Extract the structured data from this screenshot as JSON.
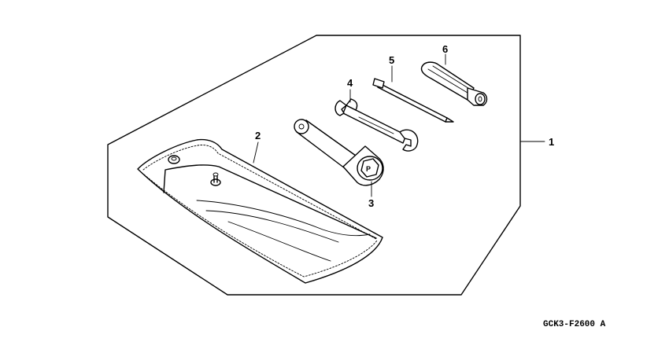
{
  "diagram": {
    "callouts": [
      {
        "id": "1",
        "label": "1"
      },
      {
        "id": "2",
        "label": "2"
      },
      {
        "id": "3",
        "label": "3"
      },
      {
        "id": "4",
        "label": "4"
      },
      {
        "id": "5",
        "label": "5"
      },
      {
        "id": "6",
        "label": "6"
      }
    ],
    "drawing_code": "GCK3-F2600 A"
  }
}
